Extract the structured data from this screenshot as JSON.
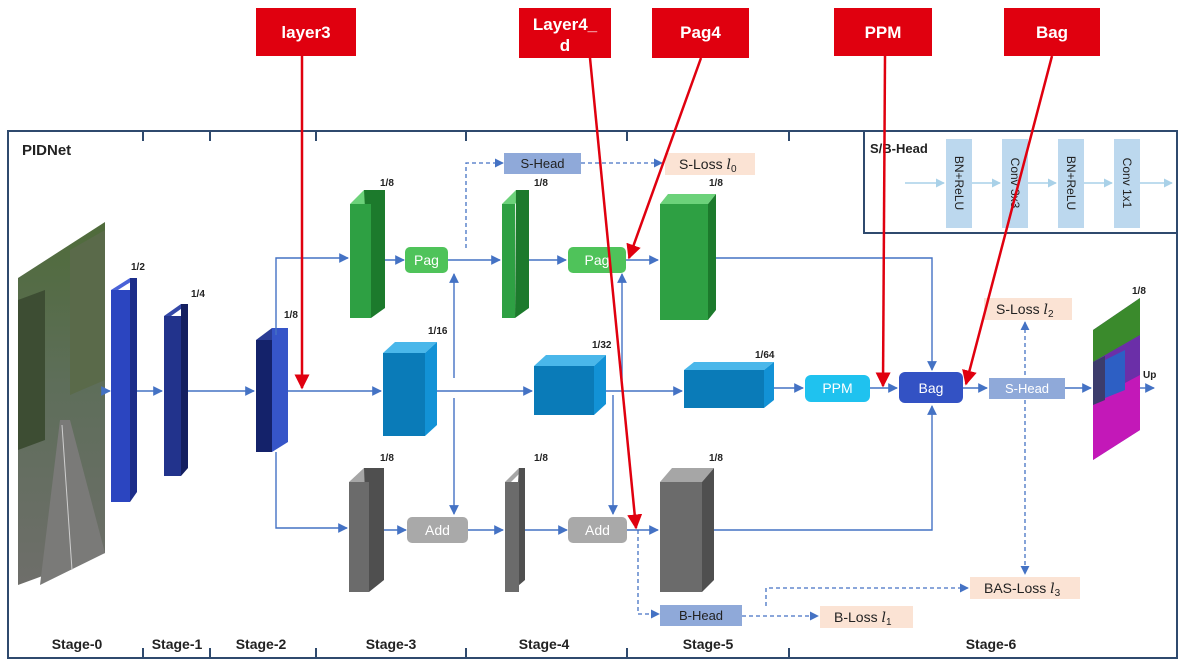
{
  "callouts": {
    "layer3": "layer3",
    "layer4_line1": "Layer4_",
    "layer4_line2": "d",
    "pag4": "Pag4",
    "ppm": "PPM",
    "bag": "Bag"
  },
  "panel": {
    "title": "PIDNet",
    "head_title": "S/B-Head"
  },
  "head_blocks": [
    "BN+ReLU",
    "Conv 3x3",
    "BN+ReLU",
    "Conv 1x1"
  ],
  "scales": {
    "s0": "1/2",
    "s1": "1/4",
    "s2": "1/8",
    "p3": "1/8",
    "i3": "1/16",
    "d3": "1/8",
    "p4": "1/8",
    "i4": "1/32",
    "d4": "1/8",
    "p5": "1/8",
    "i5": "1/64",
    "d5": "1/8",
    "out": "1/8"
  },
  "nodes": {
    "pag1": "Pag",
    "pag2": "Pag",
    "add1": "Add",
    "add2": "Add",
    "ppm": "PPM",
    "bag": "Bag",
    "shead_top": "S-Head",
    "shead_right": "S-Head",
    "bhead": "B-Head",
    "up": "Up"
  },
  "losses": {
    "s0_main": "S-Loss ",
    "s0_var": "l",
    "s0_sub": "0",
    "s2_main": "S-Loss ",
    "s2_var": "l",
    "s2_sub": "2",
    "b1_main": "B-Loss ",
    "b1_var": "l",
    "b1_sub": "1",
    "bas_main": "BAS-Loss ",
    "bas_var": "l",
    "bas_sub": "3"
  },
  "stages": [
    "Stage-0",
    "Stage-1",
    "Stage-2",
    "Stage-3",
    "Stage-4",
    "Stage-5",
    "Stage-6"
  ],
  "colors": {
    "callout": "#e0000f",
    "arrow": "#4472c4",
    "frame": "#2f4a6e",
    "p_branch": "#2ea043",
    "i_branch": "#0a85c7",
    "d_branch": "#6b6b6b",
    "backbone": "#2b45c0",
    "loss_fill": "#fbe3d4",
    "head_fill": "#8fa9d9"
  }
}
